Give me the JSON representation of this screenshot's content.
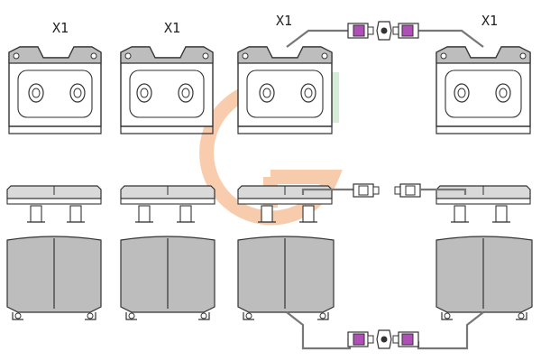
{
  "labels": {
    "qty_1": "X1",
    "qty_2": "X1",
    "qty_3": "X1",
    "qty_4": "X1"
  },
  "colors": {
    "connector": "#b04fb8",
    "logo_orange": "#f2a36a",
    "logo_green": "#7fc97f",
    "friction_gray": "#bdbdbd",
    "line": "#333333"
  },
  "icons": {
    "connector": "wear-sensor-connector-icon",
    "logo": "brand-logo-watermark"
  }
}
